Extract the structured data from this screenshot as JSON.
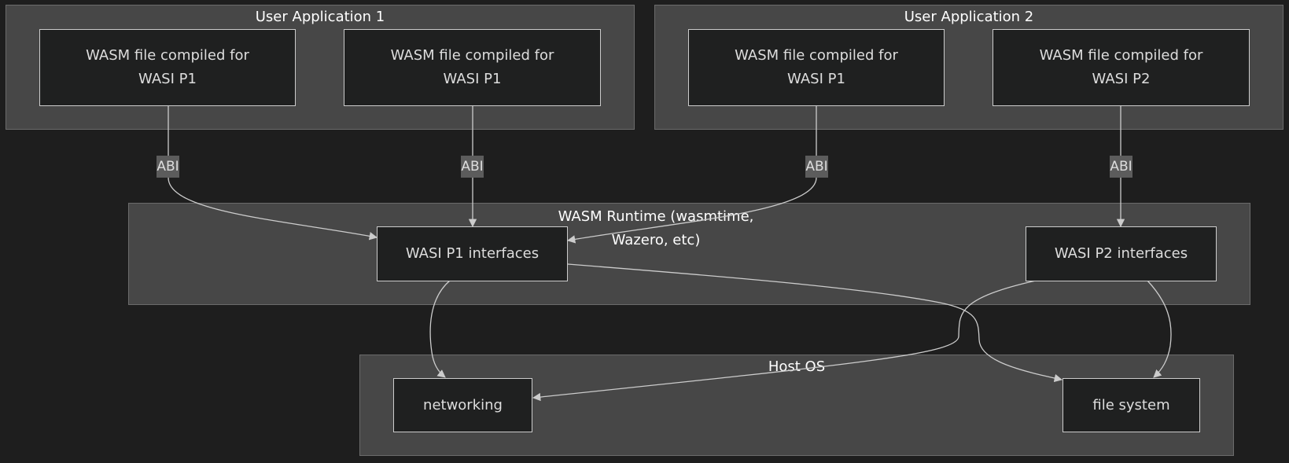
{
  "clusters": {
    "app1": {
      "title": "User Application 1"
    },
    "app2": {
      "title": "User Application 2"
    },
    "runtime": {
      "title_line1": "WASM Runtime (wasmtime,",
      "title_line2": "Wazero, etc)"
    },
    "host_os": {
      "title": "Host OS"
    }
  },
  "nodes": {
    "app1_wasm_a": {
      "line1": "WASM file compiled for",
      "line2": "WASI P1"
    },
    "app1_wasm_b": {
      "line1": "WASM file compiled for",
      "line2": "WASI P1"
    },
    "app2_wasm_a": {
      "line1": "WASM file compiled for",
      "line2": "WASI P1"
    },
    "app2_wasm_b": {
      "line1": "WASM file compiled for",
      "line2": "WASI P2"
    },
    "wasi_p1": {
      "label": "WASI P1 interfaces"
    },
    "wasi_p2": {
      "label": "WASI P2 interfaces"
    },
    "networking": {
      "label": "networking"
    },
    "file_system": {
      "label": "file system"
    }
  },
  "edge_labels": [
    "ABI",
    "ABI",
    "ABI",
    "ABI"
  ]
}
